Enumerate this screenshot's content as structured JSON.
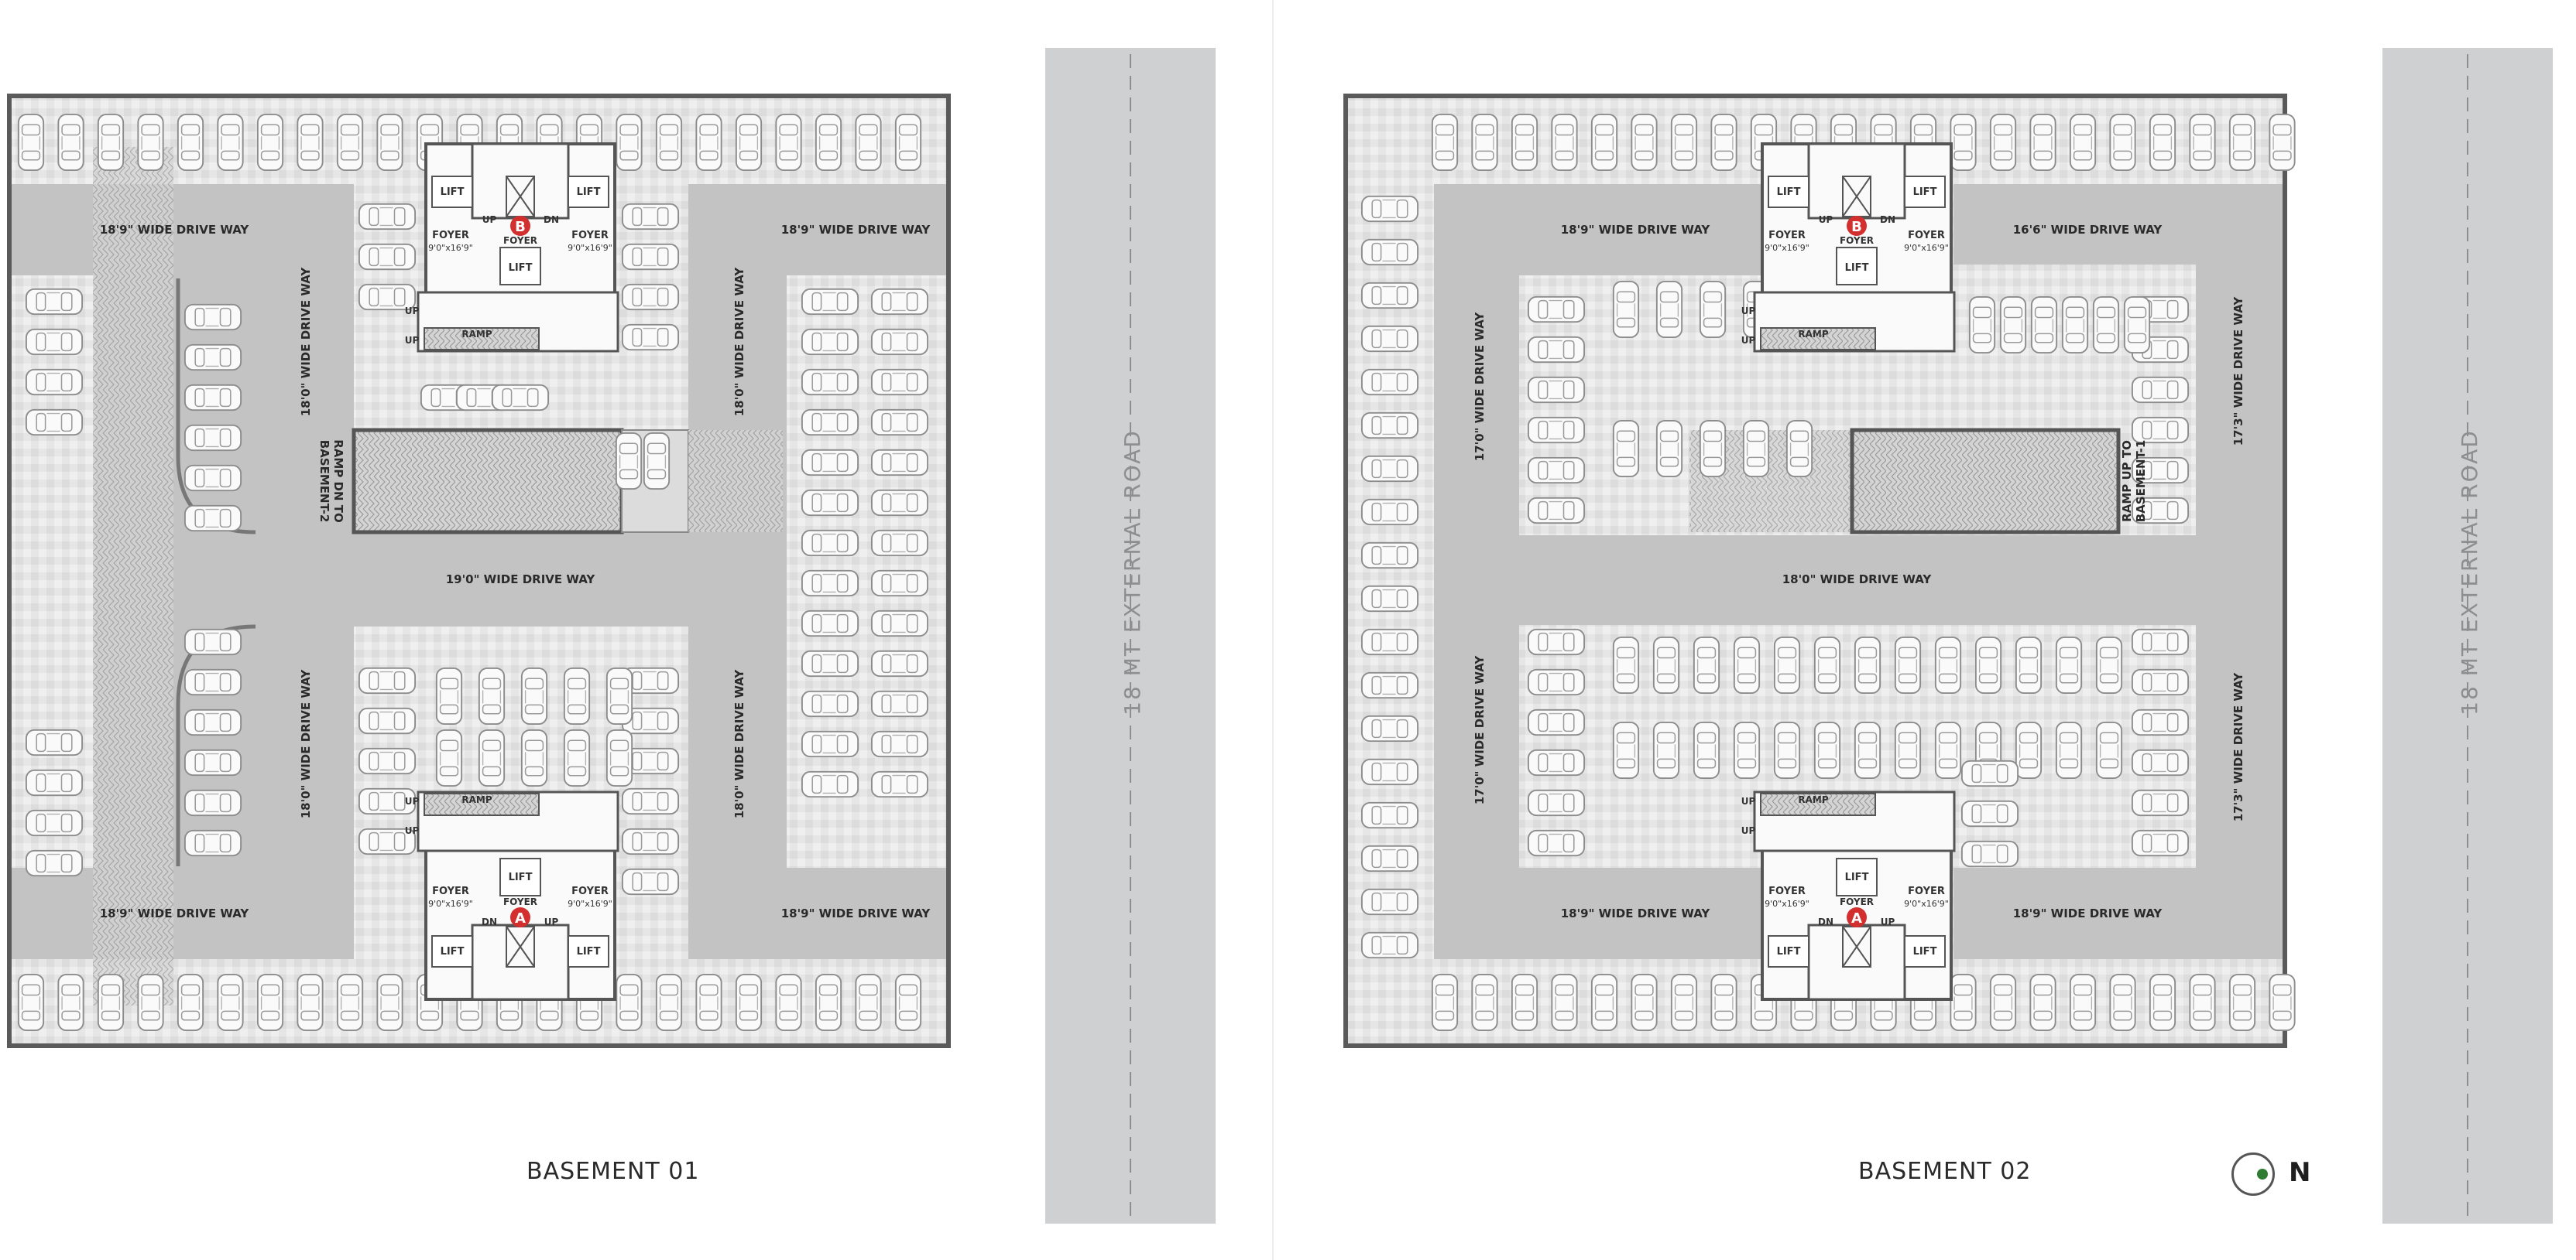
{
  "colors": {
    "floor": "#e6e6e6",
    "tile": "#dadada",
    "drive": "#c3c3c3",
    "road": "#cfd0d2",
    "wall": "#5a5a5a",
    "core": "#fafafa",
    "accent": "#d32f2f",
    "north_dot": "#2e7d32"
  },
  "road_label": "18 MT EXTERNAL ROAD",
  "north": {
    "letter": "N"
  },
  "basement1": {
    "title": "BASEMENT 01",
    "drive_top_left": "18'9\" WIDE DRIVE WAY",
    "drive_top_right": "18'9\" WIDE DRIVE WAY",
    "drive_bottom_left": "18'9\" WIDE DRIVE WAY",
    "drive_bottom_right": "18'9\" WIDE DRIVE WAY",
    "drive_center": "19'0\" WIDE DRIVE WAY",
    "drive_v_left_upper": "18'0\" WIDE DRIVE WAY",
    "drive_v_left_lower": "18'0\" WIDE DRIVE WAY",
    "drive_v_right_upper": "18'0\" WIDE DRIVE WAY",
    "drive_v_right_lower": "18'0\" WIDE DRIVE WAY",
    "ramp_label_1": "RAMP DN TO",
    "ramp_label_2": "BASEMENT-2",
    "core_top": {
      "badge": "B",
      "lift": "LIFT",
      "foyer": "FOYER",
      "foyer_dim": "9'0\"x16'9\"",
      "up": "UP",
      "dn": "DN",
      "ramp": "RAMP"
    },
    "core_bottom": {
      "badge": "A",
      "lift": "LIFT",
      "foyer": "FOYER",
      "foyer_dim": "9'0\"x16'9\"",
      "up": "UP",
      "dn": "DN",
      "ramp": "RAMP"
    }
  },
  "basement2": {
    "title": "BASEMENT 02",
    "drive_top_left": "18'9\" WIDE DRIVE WAY",
    "drive_top_right": "16'6\" WIDE DRIVE WAY",
    "drive_bottom_left": "18'9\" WIDE DRIVE WAY",
    "drive_bottom_right": "18'9\" WIDE DRIVE WAY",
    "drive_center": "18'0\" WIDE DRIVE WAY",
    "drive_v_left_upper": "17'0\" WIDE DRIVE WAY",
    "drive_v_left_lower": "17'0\" WIDE DRIVE WAY",
    "drive_v_right_upper": "17'3\" WIDE DRIVE WAY",
    "drive_v_right_lower": "17'3\" WIDE DRIVE WAY",
    "ramp_label_1": "RAMP UP TO",
    "ramp_label_2": "BASEMENT-1",
    "core_top": {
      "badge": "B",
      "lift": "LIFT",
      "foyer": "FOYER",
      "foyer_dim": "9'0\"x16'9\"",
      "up": "UP",
      "dn": "DN",
      "ramp": "RAMP"
    },
    "core_bottom": {
      "badge": "A",
      "lift": "LIFT",
      "foyer": "FOYER",
      "foyer_dim": "9'0\"x16'9\"",
      "up": "UP",
      "dn": "DN",
      "ramp": "RAMP"
    }
  }
}
